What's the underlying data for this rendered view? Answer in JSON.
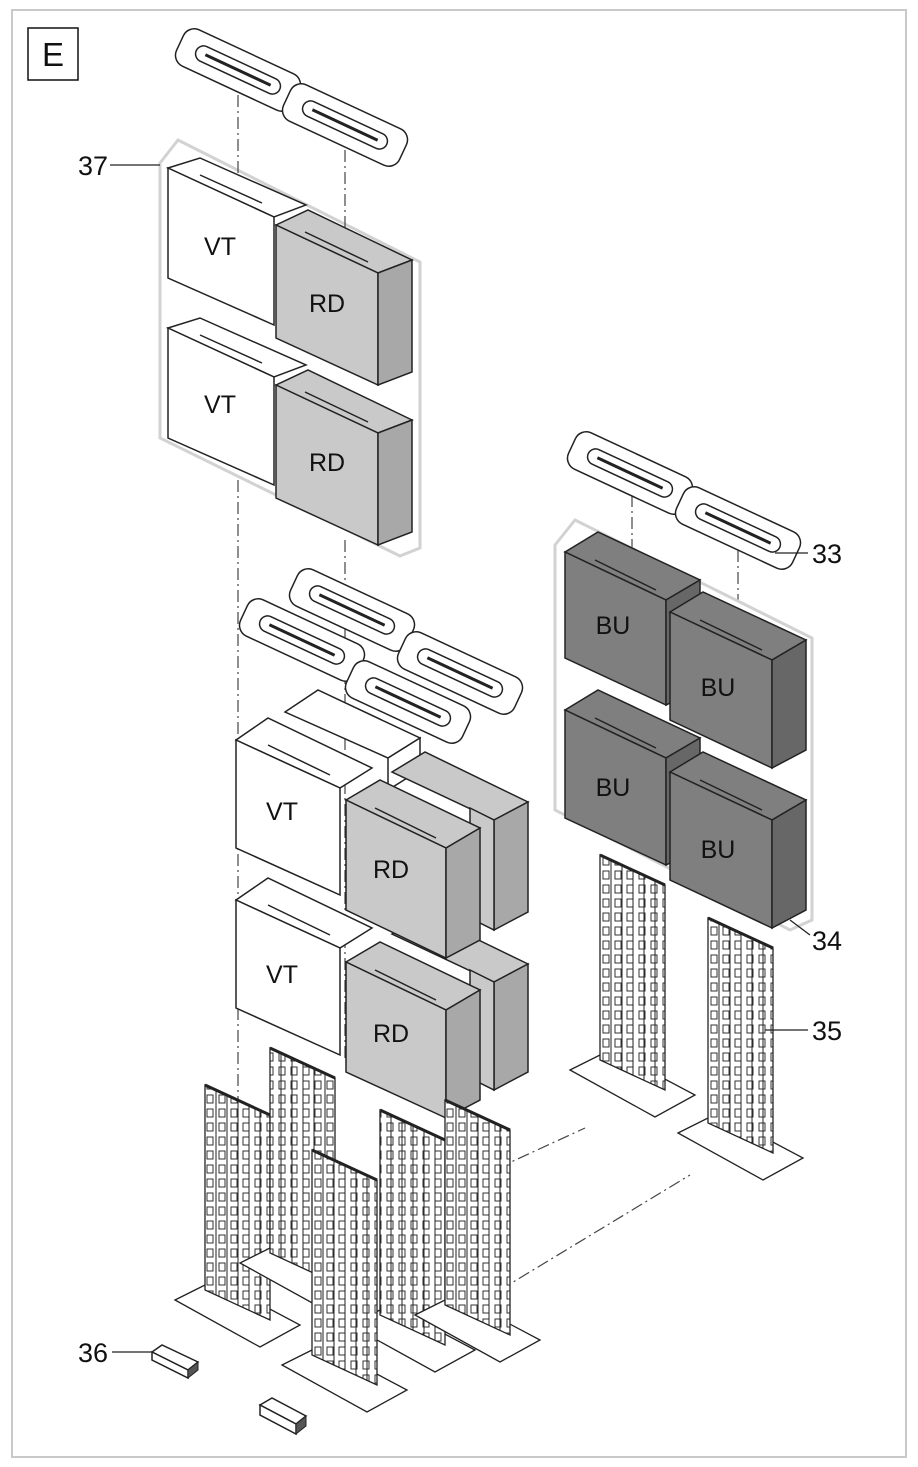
{
  "panel": {
    "letter": "E"
  },
  "callouts": {
    "c33": "33",
    "c34": "34",
    "c35": "35",
    "c36": "36",
    "c37": "37"
  },
  "modules": {
    "vt": "VT",
    "rd": "RD",
    "bu": "BU"
  },
  "colors": {
    "vt_front": "#ffffff",
    "rd_front": "#c9c9c9",
    "rd_side": "#a8a8a8",
    "bu_front": "#7f7f7f",
    "bu_side": "#676767",
    "outline": "#222222",
    "group_outline": "#d2d2d2"
  }
}
